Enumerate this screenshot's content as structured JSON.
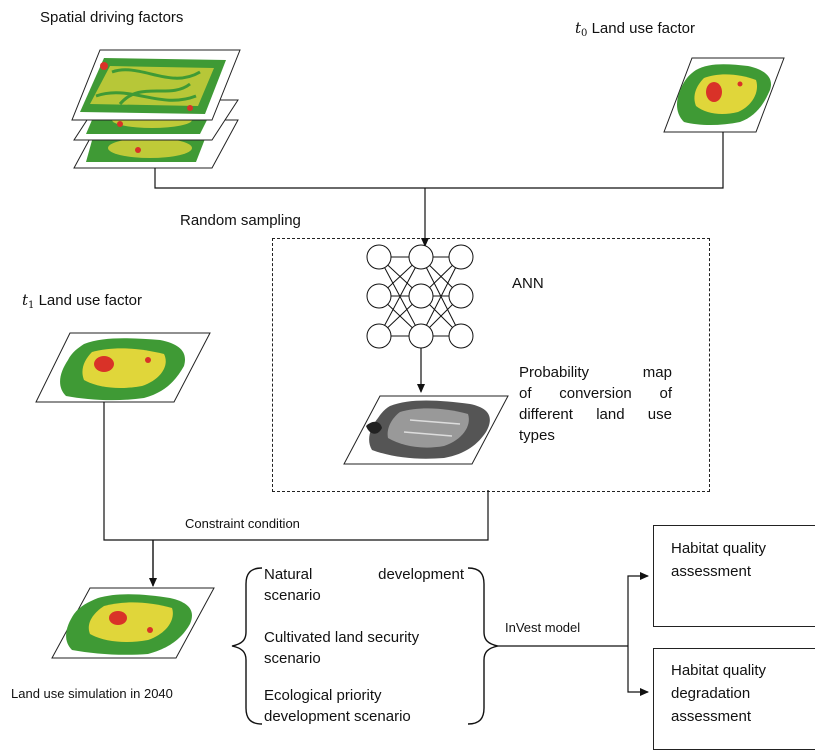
{
  "labels": {
    "spatial_factors": "Spatial driving factors",
    "t0_var": "t",
    "t0_sub": "0",
    "t0_text": "Land use factor",
    "random_sampling": "Random sampling",
    "t1_var": "t",
    "t1_sub": "1",
    "t1_text": "Land use factor",
    "ann": "ANN",
    "probability_lines": [
      "Probability map",
      "of conversion of",
      "different land use",
      "types"
    ],
    "constraint": "Constraint condition",
    "simulation": "Land use simulation in 2040",
    "invest": "InVest model"
  },
  "scenarios": [
    [
      "Natural development",
      "scenario"
    ],
    [
      "Cultivated land security",
      "scenario"
    ],
    [
      "Ecological priority",
      "development scenario"
    ]
  ],
  "assessments": [
    [
      "Habitat quality",
      "assessment"
    ],
    [
      "Habitat quality",
      "degradation",
      "assessment"
    ]
  ],
  "colors": {
    "map_green": "#3f9a35",
    "map_yellow": "#e0d63a",
    "map_red": "#d93228",
    "line": "#111111"
  }
}
